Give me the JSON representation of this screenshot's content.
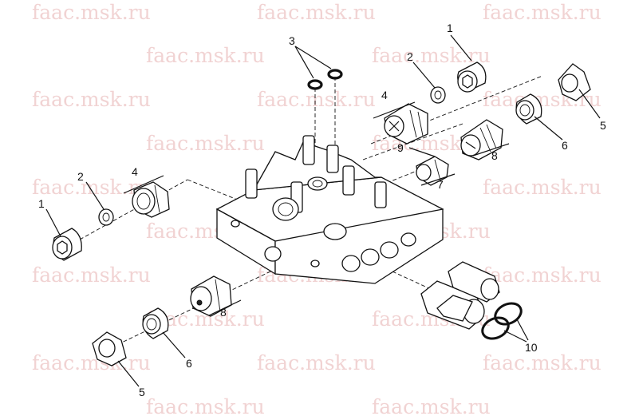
{
  "watermark": "faac.msk.ru",
  "callouts": [
    "1",
    "2",
    "3",
    "4",
    "5",
    "6",
    "7",
    "8",
    "9",
    "10"
  ]
}
